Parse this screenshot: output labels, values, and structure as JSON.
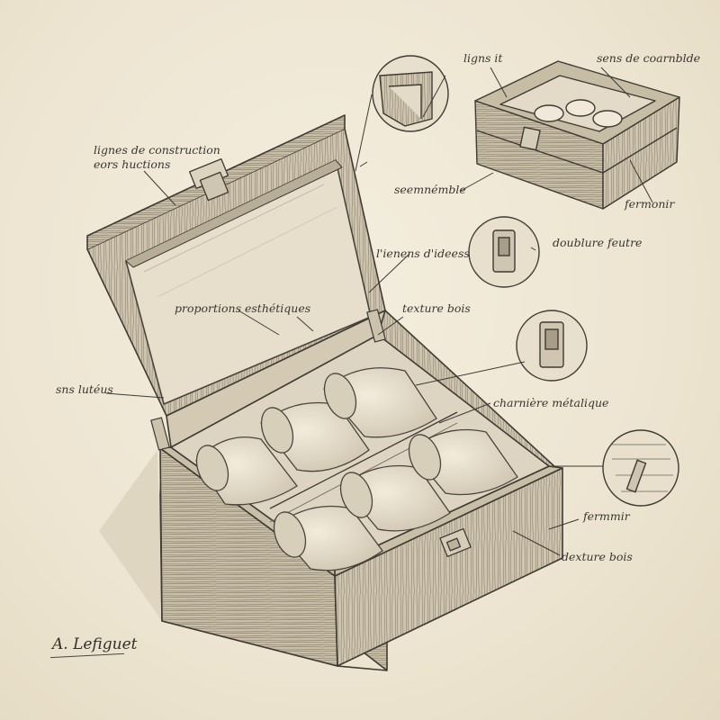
{
  "annotations": {
    "construction_lines": [
      "lignes de construction",
      "eors huctions"
    ],
    "aesthetic_proportions": "proportions esthétiques",
    "sns_luteus": "sns lutéus",
    "lignes_it": "ligns it",
    "sens_de_coarnblde": "sens de coarnblde",
    "seemnemble": "seemnémble",
    "fermoir_top": "fermonir",
    "lienens_didees": "l'ienens d'ideess",
    "doublure_feutre": "doublure feutre",
    "texture_bois": "texture bois",
    "charniere_metallique": "charnière métalique",
    "fermmir": "fermmir",
    "dexture_bois": "dexture bois"
  },
  "signature": "A. Lefiguet",
  "colors": {
    "paper": "#efe8d6",
    "graphite_dark": "#3f3a34",
    "graphite_mid": "#6f675c",
    "graphite_light": "#a79e8e",
    "cushion": "#e8e0cd"
  },
  "icons": {
    "magnifier_lid_corner": "lid-corner-detail-icon",
    "magnifier_latch": "latch-detail-icon",
    "magnifier_clasp": "clasp-detail-icon",
    "magnifier_hinge": "hinge-detail-icon"
  }
}
